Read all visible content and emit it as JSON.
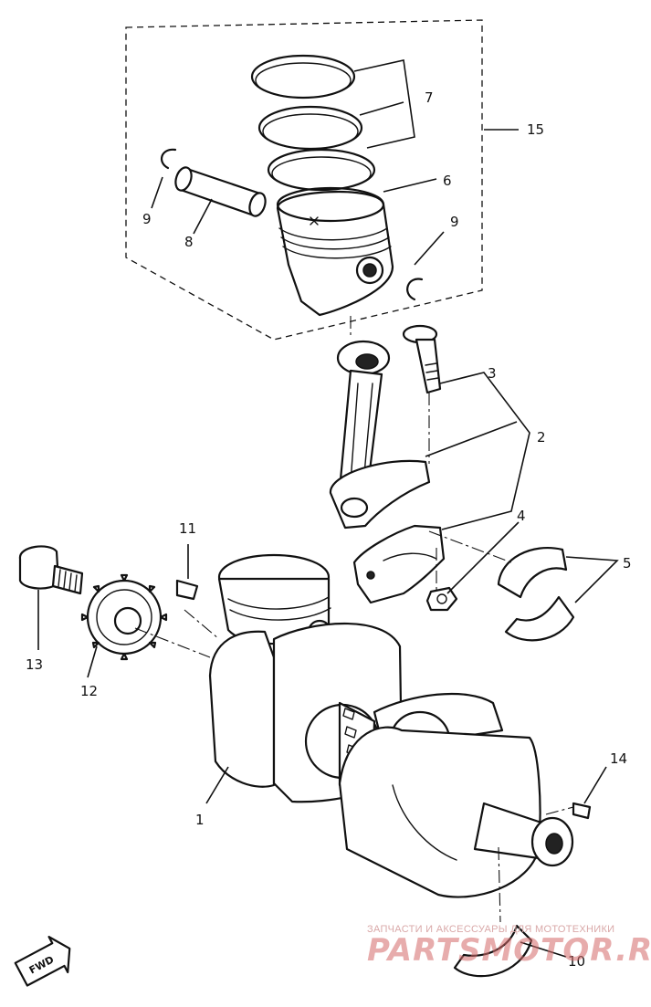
{
  "parts": [
    {
      "id": "1",
      "label": "1"
    },
    {
      "id": "2",
      "label": "2"
    },
    {
      "id": "3",
      "label": "3"
    },
    {
      "id": "4",
      "label": "4"
    },
    {
      "id": "5",
      "label": "5"
    },
    {
      "id": "6",
      "label": "6"
    },
    {
      "id": "7",
      "label": "7"
    },
    {
      "id": "8",
      "label": "8"
    },
    {
      "id": "9a",
      "label": "9"
    },
    {
      "id": "9b",
      "label": "9"
    },
    {
      "id": "10",
      "label": "10"
    },
    {
      "id": "11",
      "label": "11"
    },
    {
      "id": "12",
      "label": "12"
    },
    {
      "id": "13",
      "label": "13"
    },
    {
      "id": "14",
      "label": "14"
    },
    {
      "id": "15",
      "label": "15"
    }
  ],
  "direction_marker": {
    "label": "FWD"
  },
  "watermark": {
    "tagline": "ЗАПЧАСТИ И АКСЕССУАРЫ ДЛЯ МОТОТЕХНИКИ",
    "brand": "PARTSMOTOR.RU"
  }
}
